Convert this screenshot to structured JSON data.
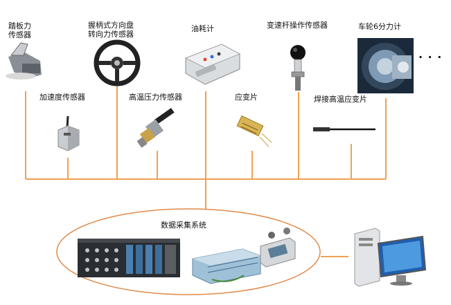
{
  "sensors_top": [
    {
      "id": "pedal",
      "label_lines": [
        "踏板力",
        "传感器"
      ]
    },
    {
      "id": "wheel",
      "label_lines": [
        "握柄式方向盘",
        "转向力传感器"
      ]
    },
    {
      "id": "fuel",
      "label_lines": [
        "油耗计"
      ]
    },
    {
      "id": "gear",
      "label_lines": [
        "变速杆操作传感器"
      ]
    },
    {
      "id": "wheel6",
      "label_lines": [
        "车轮6分力计"
      ]
    }
  ],
  "sensors_bottom": [
    {
      "id": "accel",
      "label": "加速度传感器"
    },
    {
      "id": "pressure",
      "label": "高温压力传感器"
    },
    {
      "id": "strain",
      "label": "应变片"
    },
    {
      "id": "weld",
      "label": "焊接高温应变片"
    }
  ],
  "daq": {
    "label": "数据采集系统"
  },
  "more_indicator": "· · ·",
  "colors": {
    "bus": "#f0a050",
    "ellipse": "#e08a4a"
  }
}
